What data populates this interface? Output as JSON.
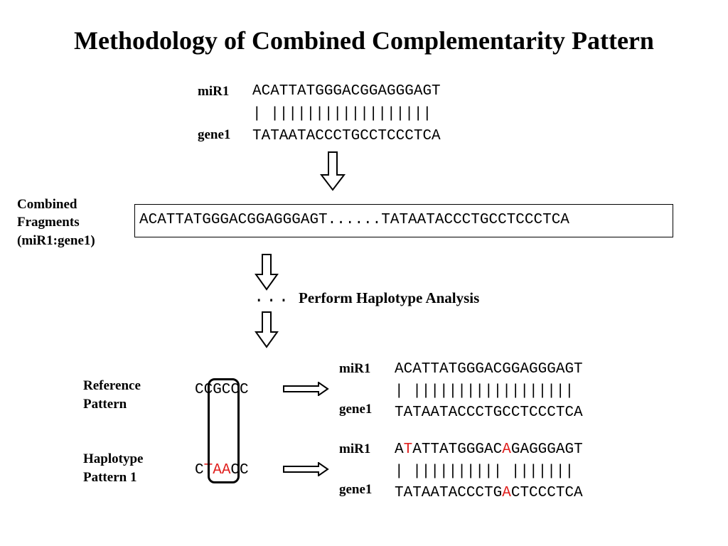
{
  "title": "Methodology of Combined Complementarity Pattern",
  "top_alignment": {
    "mir_label": "miR1",
    "gene_label": "gene1",
    "mir_seq": "ACATTATGGGACGGAGGGAGT",
    "bars": "| ||||||||||||||||||",
    "gene_seq": "TATAATACCCTGCCTCCCTCA"
  },
  "combined": {
    "label_line1": "Combined",
    "label_line2": "Fragments",
    "label_line3": "(miR1:gene1)",
    "sequence": "ACATTATGGGACGGAGGGAGT......TATAATACCCTGCCTCCCTCA"
  },
  "analysis": {
    "dots": "...",
    "label": "Perform Haplotype Analysis"
  },
  "reference": {
    "label_line1": "Reference",
    "label_line2": "Pattern",
    "pattern": "CCGCCC",
    "mir_label": "miR1",
    "gene_label": "gene1",
    "mir_seq": "ACATTATGGGACGGAGGGAGT",
    "bars": "| ||||||||||||||||||",
    "gene_seq": "TATAATACCCTGCCTCCCTCA"
  },
  "haplotype": {
    "label_line1": "Haplotype",
    "label_line2": "Pattern 1",
    "pattern_p1": "C",
    "pattern_p2": "TAA",
    "pattern_p3": "CC",
    "mir_label": "miR1",
    "gene_label": "gene1",
    "mir_p1": "A",
    "mir_p2": "T",
    "mir_p3": "ATTATGGGAC",
    "mir_p4": "A",
    "mir_p5": "GAGGGAGT",
    "bars": "| |||||||||| |||||||",
    "gene_p1": "TATAATACCCTG",
    "gene_p2": "A",
    "gene_p3": "CTCCCTCA"
  },
  "colors": {
    "mutation": "#e0201e"
  }
}
